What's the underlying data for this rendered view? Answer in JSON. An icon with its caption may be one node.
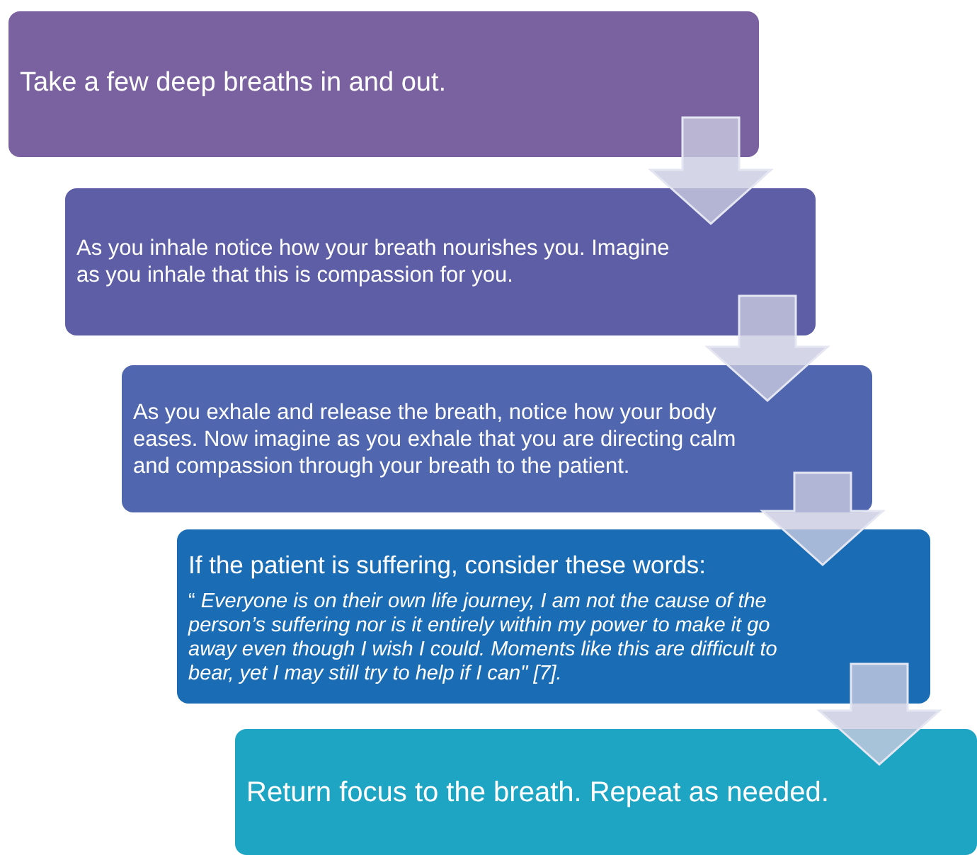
{
  "diagram": {
    "nodes": [
      {
        "text": [
          "Take a few deep breaths in and out."
        ]
      },
      {
        "text": [
          "As you inhale notice how your breath nourishes you. Imagine as you inhale that this is compassion for you."
        ]
      },
      {
        "text": [
          "As you exhale and release the breath, notice how your body eases. Now imagine as you exhale that you are directing calm and compassion through your breath to the patient."
        ]
      },
      {
        "text": [
          "If the patient is suffering, consider these words:",
          "“ *Everyone is on their own life journey, I am not the cause of the person’s suffering nor is it entirely within my power to make it go away even though I wish I could. Moments like this are difficult to bear, yet I may still try to help if I can\" [7].*"
        ]
      },
      {
        "text": [
          "Return focus to the breath. Repeat as needed."
        ]
      }
    ],
    "edges": [
      {
        "from": 0,
        "to": 1,
        "arrow": "to"
      },
      {
        "from": 1,
        "to": 2,
        "arrow": "to"
      },
      {
        "from": 2,
        "to": 3,
        "arrow": "to"
      },
      {
        "from": 3,
        "to": 4,
        "arrow": "to"
      }
    ]
  }
}
